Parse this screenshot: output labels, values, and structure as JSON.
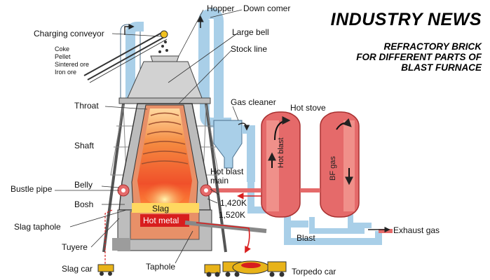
{
  "banner": {
    "title": "INDUSTRY NEWS",
    "subtitle_lines": [
      "REFRACTORY BRICK",
      "FOR DIFFERENT PARTS OF",
      "BLAST FURNACE"
    ]
  },
  "labels": {
    "hopper": "Hopper",
    "down_comer": "Down comer",
    "charging_conveyor": "Charging conveyor",
    "large_bell": "Large bell",
    "stock_line": "Stock line",
    "throat": "Throat",
    "gas_cleaner": "Gas cleaner",
    "hot_stove": "Hot stove",
    "shaft": "Shaft",
    "hot_blast_main": "Hot blast main",
    "belly": "Belly",
    "bustle_pipe": "Bustle pipe",
    "bosh": "Bosh",
    "slag": "Slag",
    "hot_metal": "Hot metal",
    "slag_taphole": "Slag taphole",
    "temp_1": "1,420K",
    "temp_2": "1,520K",
    "exhaust_gas": "Exhaust gas",
    "blast": "Blast",
    "tuyere": "Tuyere",
    "slag_car": "Slag car",
    "taphole": "Taphole",
    "torpedo_car": "Torpedo car",
    "stove_hot_blast": "Hot blast",
    "stove_bf_gas": "BF gas"
  },
  "materials": [
    "Coke",
    "Pellet",
    "Sintered ore",
    "Iron ore"
  ],
  "colors": {
    "pipe": "#a9cfe8",
    "pipe_stroke": "#4a6f8c",
    "stove": "#e56a6a",
    "stove_dark": "#a83030",
    "shell": "#c9c9c9",
    "shell_dark": "#555555",
    "hot_core": "#f25a2a",
    "hot_metal": "#d81e1e",
    "slag": "#ffd860",
    "vehicle": "#e8b319"
  }
}
